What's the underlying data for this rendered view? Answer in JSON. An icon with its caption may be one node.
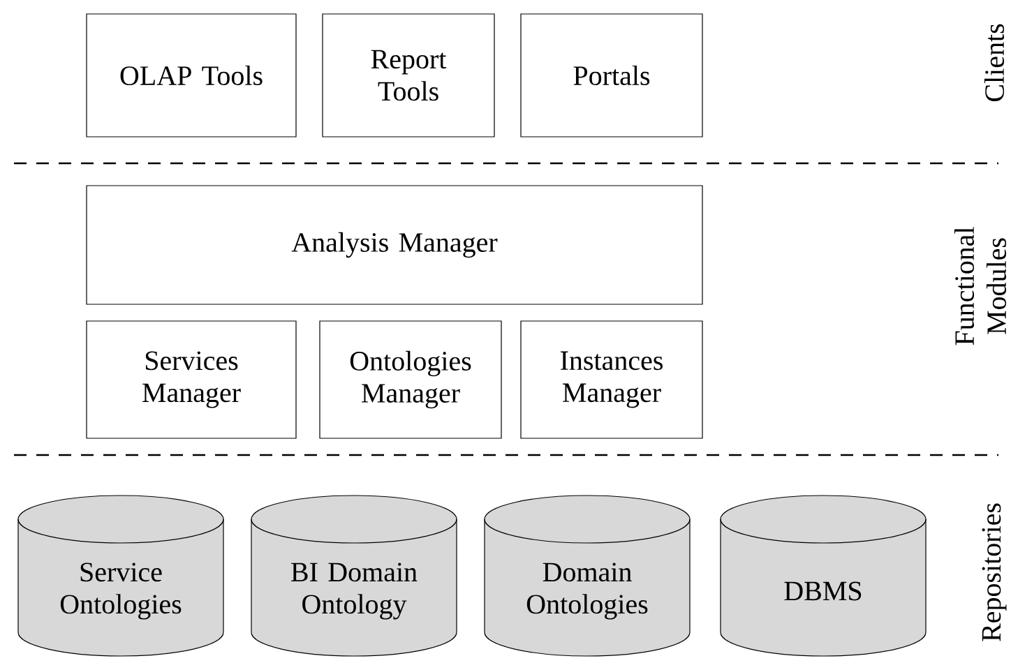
{
  "diagram": {
    "nodes": [
      {
        "text": [
          "OLAP Tools"
        ]
      },
      {
        "text": [
          "Report Tools"
        ]
      },
      {
        "text": [
          "Portals"
        ]
      },
      {
        "text": [
          "Analysis Manager"
        ]
      },
      {
        "text": [
          "Services Manager"
        ]
      },
      {
        "text": [
          "Ontologies Manager"
        ]
      },
      {
        "text": [
          "Instances Manager"
        ]
      },
      {
        "text": [
          "Service Ontologies"
        ]
      },
      {
        "text": [
          "BI Domain Ontology"
        ]
      },
      {
        "text": [
          "Domain Ontologies"
        ]
      },
      {
        "text": [
          "DBMS"
        ]
      }
    ],
    "labels": [
      "Clients",
      "Functional Modules",
      "Repositories"
    ]
  }
}
